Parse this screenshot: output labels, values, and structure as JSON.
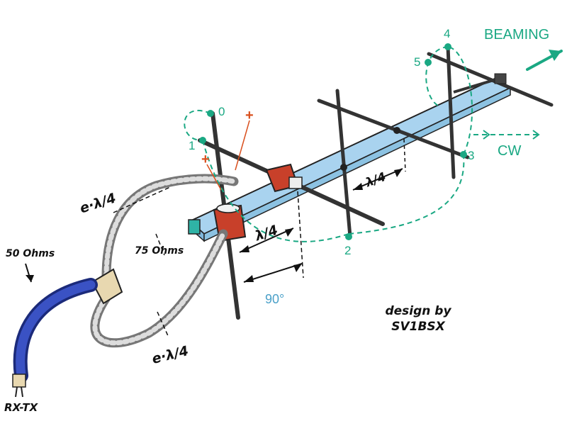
{
  "labels": {
    "beaming": "BEAMING",
    "cw": "CW",
    "impedance_50": "50 Ohms",
    "impedance_75": "75 Ohms",
    "rx_tx": "RX-TX",
    "phase_angle": "90°",
    "lambda_quarter": "λ/4",
    "velocity_quarter_top": "e·λ/4",
    "velocity_quarter_bottom": "e·λ/4",
    "credit_line1": "design by",
    "credit_line2": "SV1BSX",
    "plus_sign": "+"
  },
  "rotation_points": [
    "0",
    "1",
    "2",
    "3",
    "4",
    "5"
  ],
  "colors": {
    "boom": "#a9d3ef",
    "element": "#555555",
    "mount": "#c8402a",
    "coax_blue": "#2a3ea8",
    "annotation_green": "#1aa883",
    "polarity_orange": "#d9501e",
    "angle_blue": "#4aa0c8"
  }
}
